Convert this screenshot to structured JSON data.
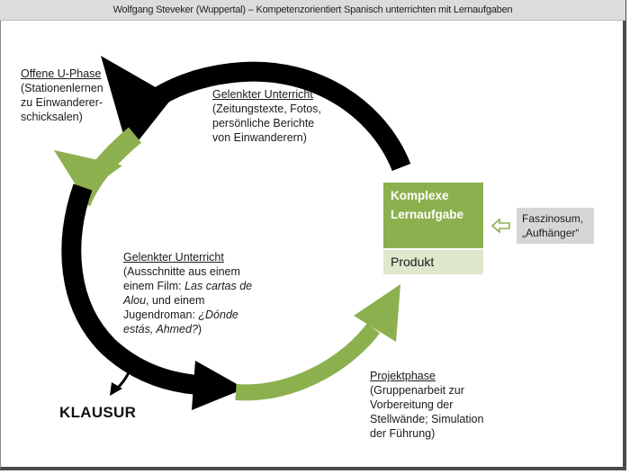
{
  "header": {
    "title": "Wolfgang Steveker (Wuppertal) – Kompetenzorientiert Spanisch unterrichten mit Lernaufgaben"
  },
  "colors": {
    "arrow_dark": "#000000",
    "arrow_green": "#8db04f",
    "box_green": "#8db04f",
    "box_light": "#dde8cc",
    "box_gray": "#d6d6d6",
    "titlebar": "#dcdcdc"
  },
  "phases": {
    "offene": {
      "heading": "Offene U-Phase",
      "lines": [
        "(Stationenlernen",
        "zu Einwanderer-",
        "schicksalen)"
      ]
    },
    "gelenkt_top": {
      "heading": "Gelenkter Unterricht",
      "lines": [
        "(Zeitungstexte, Fotos,",
        "persönliche Berichte",
        "von Einwanderern)"
      ]
    },
    "gelenkt_mid": {
      "heading": "Gelenkter Unterricht",
      "line1": "(Ausschnitte aus einem",
      "line2_plain": "einem Film: ",
      "line2_italic": "Las cartas de",
      "line3_italic": "Alou",
      "line3_plain": ", und einem",
      "line4_plain": "Jugendroman: ",
      "line4_italic": "¿Dónde",
      "line5_italic": "estás, Ahmed?",
      "line5_plain": ")"
    },
    "projekt": {
      "heading": "Projektphase",
      "lines": [
        "(Gruppenarbeit zur",
        "Vorbereitung der",
        "Stellwände; Simulation",
        "der Führung)"
      ]
    }
  },
  "task_box": {
    "title_line1": "Komplexe",
    "title_line2": "Lernaufgabe",
    "product": "Produkt"
  },
  "hook_box": {
    "line1": "Faszinosum,",
    "line2": "„Aufhänger“",
    "arrow_icon": "hollow-left-arrow"
  },
  "exam": {
    "label": "KLAUSUR"
  }
}
